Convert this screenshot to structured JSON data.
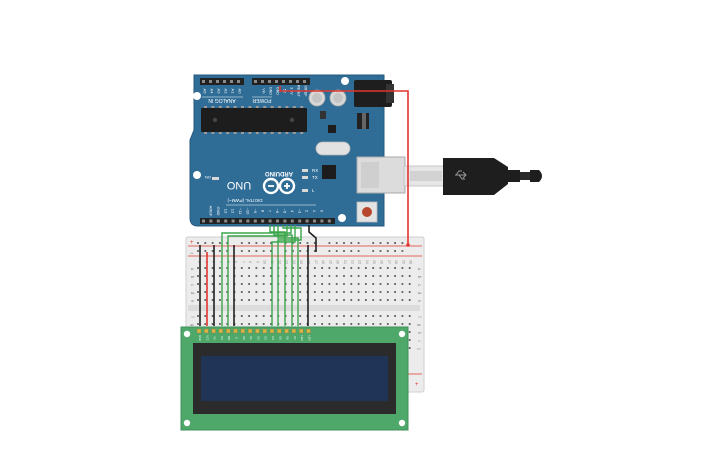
{
  "arduino": {
    "logo": "ARDUINO",
    "model": "UNO",
    "on_label": "ON",
    "tx_label": "TX",
    "rx_label": "RX",
    "l_label": "L",
    "power_label": "POWER",
    "analog_label": "ANALOG IN",
    "digital_label": "DIGITAL (PWM~)",
    "analog_pins": [
      "A0",
      "A1",
      "A2",
      "A3",
      "A4",
      "A5"
    ],
    "power_pins": [
      "IOREF",
      "RESET",
      "3.3V",
      "5V",
      "GND",
      "GND",
      "Vin"
    ],
    "digital_pins": [
      "0",
      "1",
      "2",
      "~3",
      "4",
      "~5",
      "~6",
      "7",
      "8",
      "~9",
      "~10",
      "~11",
      "12",
      "13",
      "GND",
      "AREF"
    ]
  },
  "breadboard": {
    "columns": [
      "1",
      "2",
      "3",
      "4",
      "5",
      "6",
      "7",
      "8",
      "9",
      "10",
      "11",
      "12",
      "13",
      "14",
      "15",
      "16",
      "17",
      "18",
      "19",
      "20",
      "21",
      "22",
      "23",
      "24",
      "25",
      "26",
      "27",
      "28",
      "29",
      "30"
    ],
    "rows_top": [
      "a",
      "b",
      "c",
      "d",
      "e"
    ],
    "rows_bottom": [
      "f",
      "g",
      "h",
      "i",
      "j"
    ],
    "rail_plus": "+",
    "rail_minus": "−"
  },
  "lcd": {
    "pins": [
      "GND",
      "VCC",
      "V0",
      "RS",
      "RW",
      "E",
      "D0",
      "D1",
      "D2",
      "D3",
      "D4",
      "D5",
      "D6",
      "D7",
      "LED",
      "LED"
    ]
  },
  "colors": {
    "arduino_board": "#2f6d97",
    "wire_red": "#e0362d",
    "wire_black": "#222222",
    "wire_green": "#3aa64a",
    "lcd_board": "#4da86a",
    "lcd_screen": "#1f3457"
  }
}
